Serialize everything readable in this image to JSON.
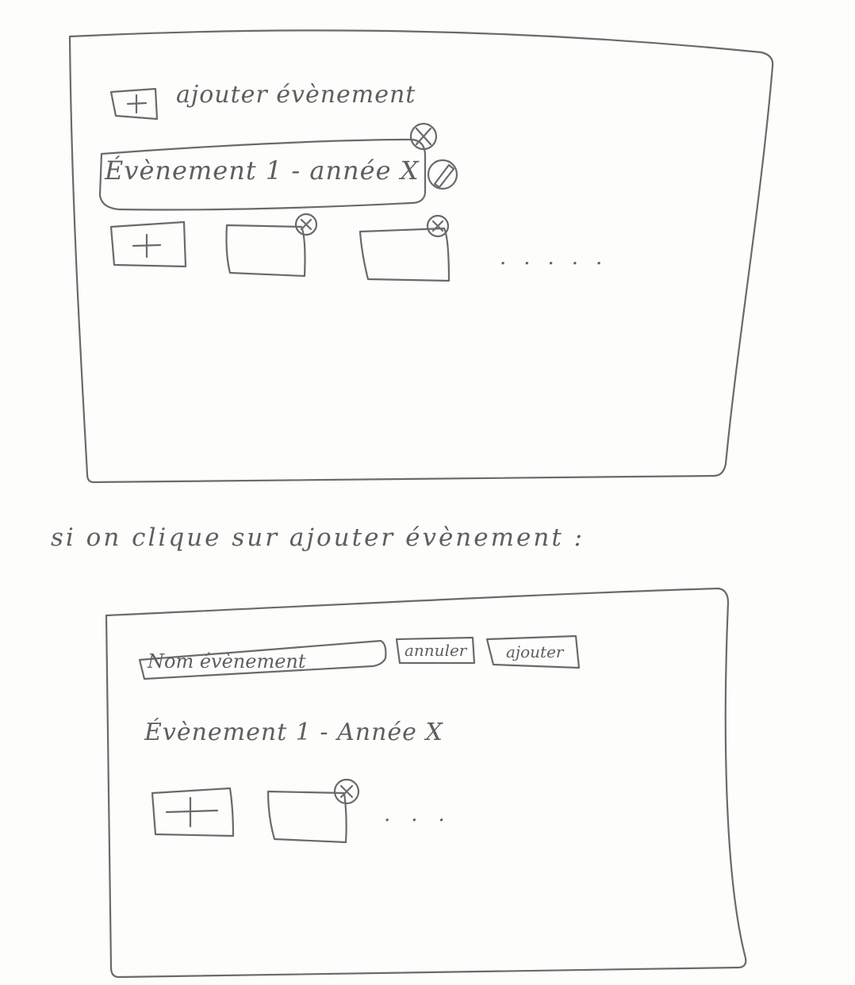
{
  "screen1": {
    "add_event_label": "ajouter évènement",
    "add_icon": "plus-icon",
    "event_title": "Évènement 1 - année X",
    "delete_icon": "close-circle-icon",
    "edit_icon": "pencil-icon",
    "more_indicator": "....."
  },
  "note": "si on clique sur ajouter évènement :",
  "screen2": {
    "name_input_placeholder": "Nom évènement",
    "cancel_label": "annuler",
    "add_label": "ajouter",
    "event_title": "Évènement 1 - Année X",
    "more_indicator": "..."
  },
  "colors": {
    "ink": "#5e5e5e",
    "paper": "#fdfdfc"
  }
}
